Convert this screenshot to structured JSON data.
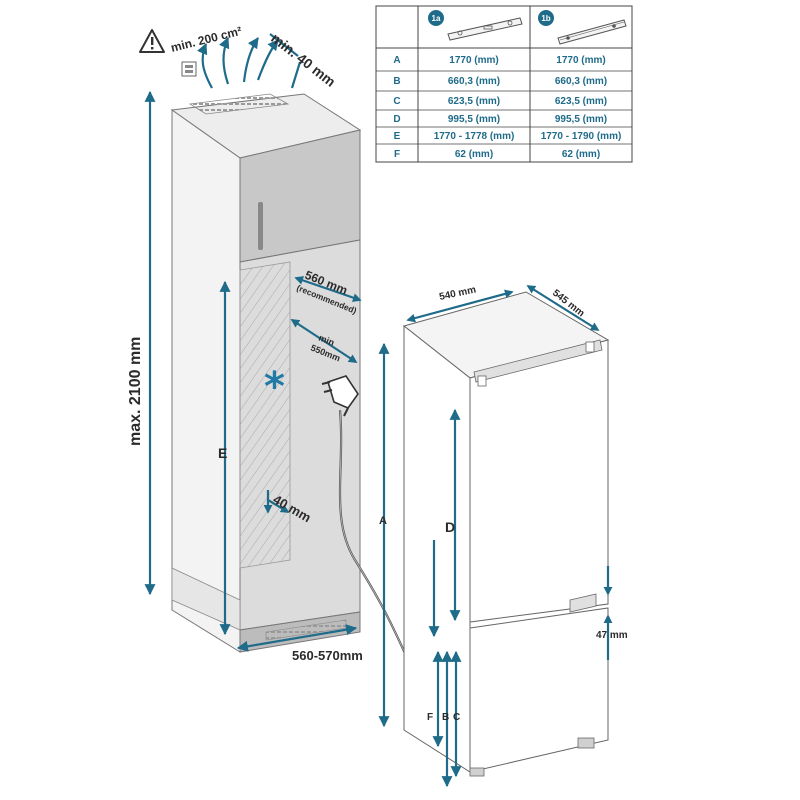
{
  "colors": {
    "accent": "#1f6b8a",
    "cabinet_top": "#c8c8c8",
    "cabinet_inner": "#dcdcdc",
    "line": "#555555"
  },
  "labels": {
    "vent_area": "min. 200 cm²",
    "top_gap": "min. 40 mm",
    "max_height": "max. 2100 mm",
    "niche_depth": "560 mm",
    "recommended": "(recommended)",
    "min_depth_a": "min",
    "min_depth_b": "550mm",
    "rear_gap": "40 mm",
    "niche_width": "560-570mm",
    "appliance_width": "540 mm",
    "appliance_depth": "545 mm",
    "door_gap": "47 mm",
    "dim_E": "E",
    "dim_A": "A",
    "dim_D": "D",
    "dim_F": "F",
    "dim_B": "B",
    "dim_C": "C",
    "snowflake": "*"
  },
  "table": {
    "headers": [
      "1a",
      "1b"
    ],
    "rows": [
      {
        "label": "A",
        "v1": "1770 (mm)",
        "v2": "1770 (mm)"
      },
      {
        "label": "B",
        "v1": "660,3 (mm)",
        "v2": "660,3 (mm)"
      },
      {
        "label": "C",
        "v1": "623,5 (mm)",
        "v2": "623,5 (mm)"
      },
      {
        "label": "D",
        "v1": "995,5 (mm)",
        "v2": "995,5 (mm)"
      },
      {
        "label": "E",
        "v1": "1770 - 1778 (mm)",
        "v2": "1770 - 1790 (mm)"
      },
      {
        "label": "F",
        "v1": "62 (mm)",
        "v2": "62 (mm)"
      }
    ]
  },
  "icons": [
    "warning-icon",
    "vent-grille-icon",
    "airflow-arrow-icon",
    "power-plug-icon",
    "door-hinge-icon"
  ]
}
